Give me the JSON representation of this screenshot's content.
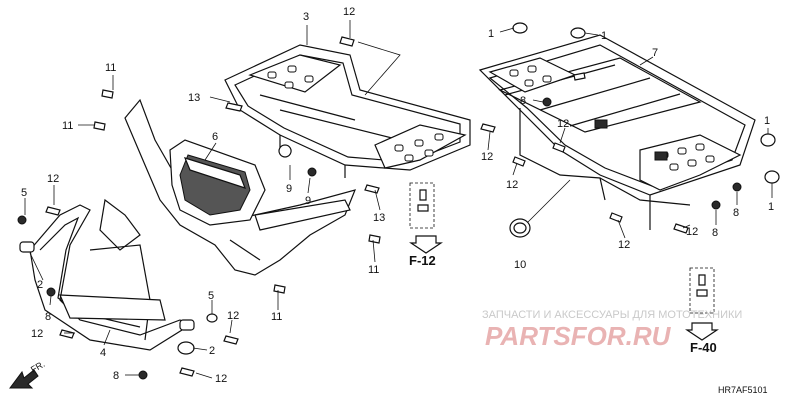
{
  "diagram": {
    "callouts": [
      {
        "id": "c3",
        "text": "3"
      },
      {
        "id": "c12a",
        "text": "12"
      },
      {
        "id": "c13a",
        "text": "13"
      },
      {
        "id": "c6",
        "text": "6"
      },
      {
        "id": "c9a",
        "text": "9"
      },
      {
        "id": "c9b",
        "text": "9"
      },
      {
        "id": "c12b",
        "text": "12"
      },
      {
        "id": "c13b",
        "text": "13"
      },
      {
        "id": "c11a",
        "text": "11"
      },
      {
        "id": "c11b",
        "text": "11"
      },
      {
        "id": "c11c",
        "text": "11"
      },
      {
        "id": "c11d",
        "text": "11"
      },
      {
        "id": "c5a",
        "text": "5"
      },
      {
        "id": "c12c",
        "text": "12"
      },
      {
        "id": "c2a",
        "text": "2"
      },
      {
        "id": "c8a",
        "text": "8"
      },
      {
        "id": "c12d",
        "text": "12"
      },
      {
        "id": "c4",
        "text": "4"
      },
      {
        "id": "c5b",
        "text": "5"
      },
      {
        "id": "c12e",
        "text": "12"
      },
      {
        "id": "c2b",
        "text": "2"
      },
      {
        "id": "c8b",
        "text": "8"
      },
      {
        "id": "c12f",
        "text": "12"
      },
      {
        "id": "c1a",
        "text": "1"
      },
      {
        "id": "c1b",
        "text": "1"
      },
      {
        "id": "c7",
        "text": "7"
      },
      {
        "id": "c8c",
        "text": "8"
      },
      {
        "id": "c12g",
        "text": "12"
      },
      {
        "id": "c12h",
        "text": "12"
      },
      {
        "id": "c10",
        "text": "10"
      },
      {
        "id": "c12i",
        "text": "12"
      },
      {
        "id": "c12j",
        "text": "12"
      },
      {
        "id": "c8d",
        "text": "8"
      },
      {
        "id": "c8e",
        "text": "8"
      },
      {
        "id": "c1c",
        "text": "1"
      },
      {
        "id": "c1d",
        "text": "1"
      }
    ],
    "references": {
      "f12": "F-12",
      "f40": "F-40",
      "front": "FR."
    },
    "drawing_code": "HR7AF5101"
  },
  "watermark": {
    "text": "ЗАПЧАСТИ И АКСЕССУАРЫ ДЛЯ МОТОТЕХНИКИ",
    "logo": "PARTSFOR.RU",
    "color": "#e9b3b3"
  }
}
